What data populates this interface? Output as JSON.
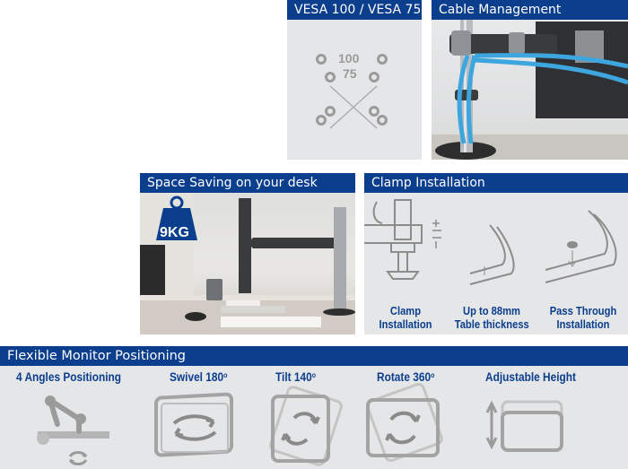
{
  "vesa": {
    "title": "VESA 100 / VESA 75",
    "label_100": "100",
    "label_75": "75"
  },
  "cable": {
    "title": "Cable Management"
  },
  "space": {
    "title": "Space Saving on your desk",
    "weight": "9KG"
  },
  "clamp": {
    "title": "Clamp Installation",
    "items": [
      {
        "line1": "Clamp",
        "line2": "Installation"
      },
      {
        "line1": "Up to 88mm",
        "line2": "Table thickness"
      },
      {
        "line1": "Pass Through",
        "line2": "Installation"
      }
    ]
  },
  "flex": {
    "title": "Flexible Monitor Positioning",
    "items": [
      {
        "label": "4 Angles Positioning",
        "sup": ""
      },
      {
        "label": "Swivel 180",
        "sup": "o"
      },
      {
        "label": "Tilt 140",
        "sup": "o"
      },
      {
        "label": "Rotate 360",
        "sup": "o"
      },
      {
        "label": "Adjustable Height",
        "sup": ""
      }
    ]
  },
  "colors": {
    "brand_blue": "#0b3e8c",
    "panel_gray": "#e5e6e8",
    "cable_blue": "#3ea6de",
    "icon_gray": "#9b9b9b"
  }
}
